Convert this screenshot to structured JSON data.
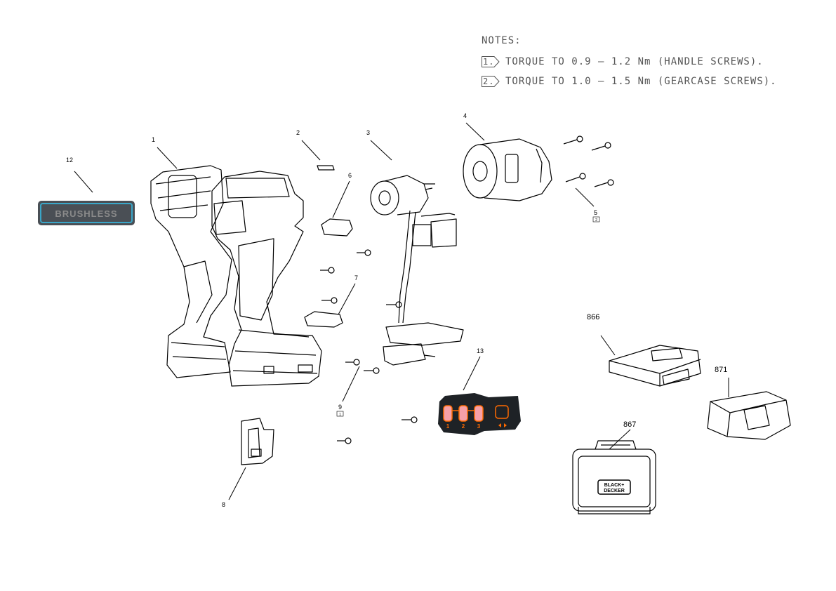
{
  "notes": {
    "title": "NOTES:",
    "items": [
      {
        "flag": "1.",
        "text": "TORQUE TO 0.9 – 1.2 Nm (HANDLE SCREWS)."
      },
      {
        "flag": "2.",
        "text": "TORQUE TO 1.0 – 1.5 Nm (GEARCASE SCREWS)."
      }
    ]
  },
  "callouts": {
    "c1": "1",
    "c2": "2",
    "c3": "3",
    "c4": "4",
    "c5": "5",
    "c5_flag": "2",
    "c6": "6",
    "c7": "7",
    "c8": "8",
    "c9": "9",
    "c9_flag": "1",
    "c12": "12",
    "c13": "13",
    "c866": "866",
    "c867": "867",
    "c871": "871"
  },
  "badge": {
    "text": "BRUSHLESS"
  },
  "control_panel": {
    "buttons": [
      "1",
      "2",
      "3"
    ]
  },
  "case_logo": {
    "line1": "BLACK+",
    "line2": "DECKER"
  },
  "colors": {
    "badge_bg": "#4a4f55",
    "badge_border": "#3aa6c8",
    "panel_accent": "#ff6a00",
    "panel_bg": "#1e2226"
  }
}
